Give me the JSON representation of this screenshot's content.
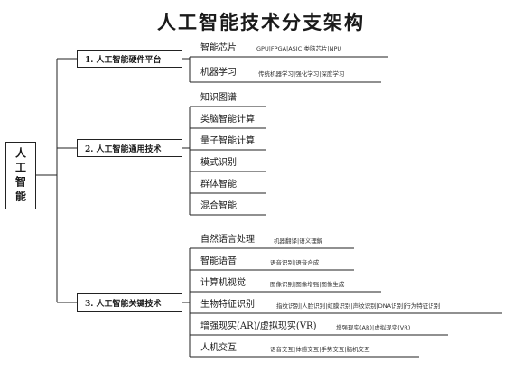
{
  "title": "人工智能技术分支架构",
  "root": "人工智能",
  "branches": [
    {
      "label": "1. 人工智能硬件平台",
      "items": [
        {
          "label": "智能芯片",
          "sub": "GPU|FPGA|ASIC|类脑芯片|NPU"
        },
        {
          "label": "机器学习",
          "sub": "传统机器学习|强化学习|深度学习"
        }
      ]
    },
    {
      "label": "2. 人工智能通用技术",
      "items": [
        {
          "label": "知识图谱",
          "sub": ""
        },
        {
          "label": "类脑智能计算",
          "sub": ""
        },
        {
          "label": "量子智能计算",
          "sub": ""
        },
        {
          "label": "模式识别",
          "sub": ""
        },
        {
          "label": "群体智能",
          "sub": ""
        },
        {
          "label": "混合智能",
          "sub": ""
        }
      ]
    },
    {
      "label": "3. 人工智能关键技术",
      "items": [
        {
          "label": "自然语言处理",
          "sub": "机器翻译|语义理解"
        },
        {
          "label": "智能语音",
          "sub": "语音识别|语音合成"
        },
        {
          "label": "计算机视觉",
          "sub": "图像识别|图像增强|图像生成"
        },
        {
          "label": "生物特征识别",
          "sub": "指纹识别|人脸识别|虹膜识别|声纹识别|DNA识别|行为特征识别"
        },
        {
          "label": "增强现实(AR)/虚拟现实(VR)",
          "sub": "增强现实(AR)|虚拟现实(VR)"
        },
        {
          "label": "人机交互",
          "sub": "语音交互|体感交互|手势交互|脑机交互"
        }
      ]
    }
  ]
}
